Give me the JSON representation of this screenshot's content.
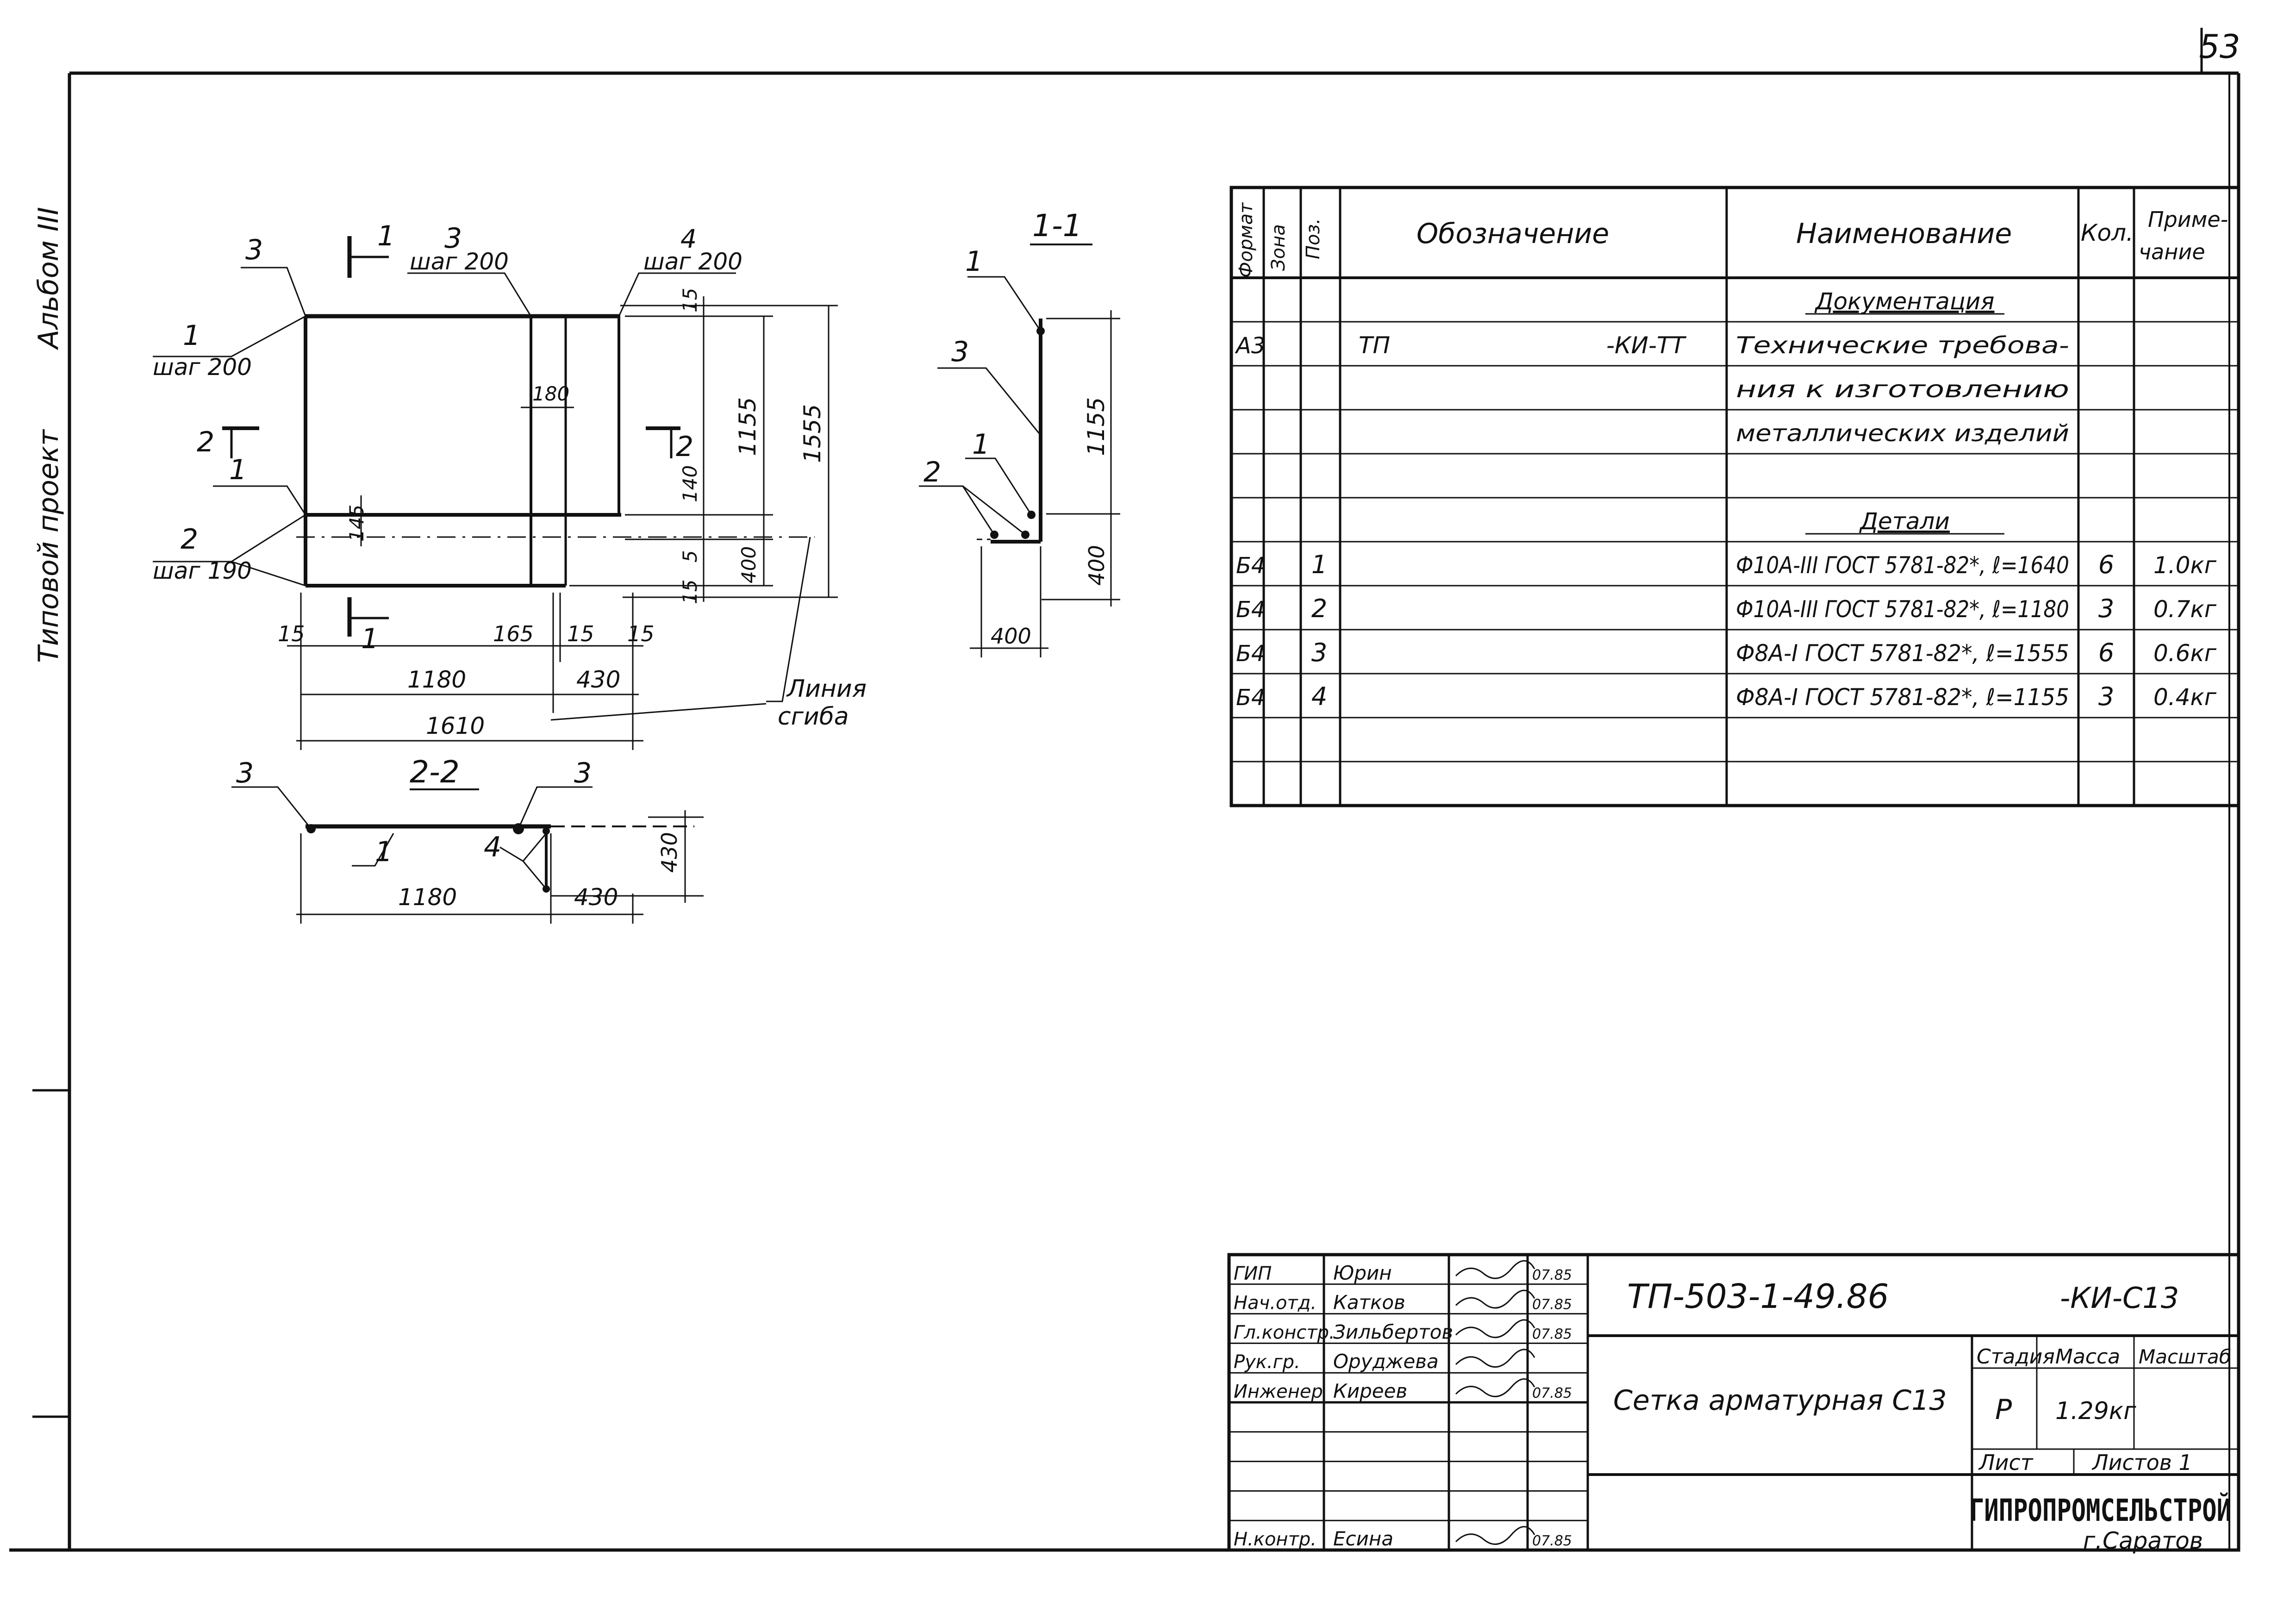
{
  "page_number": "53",
  "side_labels": [
    "Альбом III",
    "Типовой проект"
  ],
  "spec_table": {
    "headers": [
      "Формат",
      "Зона",
      "Поз.",
      "Обозначение",
      "Наименование",
      "Кол.",
      "Приме-",
      "чание"
    ],
    "rows": [
      {
        "format": "",
        "zone": "",
        "pos": "",
        "designation": "",
        "name": "Документация",
        "qty": "",
        "note": "",
        "heading": true
      },
      {
        "format": "А3",
        "zone": "",
        "pos": "",
        "designation": "ТП",
        "designation_suffix": "-КИ-ТТ",
        "name": "Технические требова-",
        "qty": "",
        "note": ""
      },
      {
        "format": "",
        "zone": "",
        "pos": "",
        "designation": "",
        "name": "ния к изготовлению",
        "qty": "",
        "note": ""
      },
      {
        "format": "",
        "zone": "",
        "pos": "",
        "designation": "",
        "name": "металлических изделий",
        "qty": "",
        "note": ""
      },
      {
        "format": "",
        "zone": "",
        "pos": "",
        "designation": "",
        "name": "",
        "qty": "",
        "note": ""
      },
      {
        "format": "",
        "zone": "",
        "pos": "",
        "designation": "",
        "name": "Детали",
        "qty": "",
        "note": "",
        "heading": true
      },
      {
        "format": "Б4",
        "zone": "",
        "pos": "1",
        "designation": "",
        "name": "Ф10А-III ГОСТ 5781-82*, ℓ=1640",
        "qty": "6",
        "note": "1.0кг"
      },
      {
        "format": "Б4",
        "zone": "",
        "pos": "2",
        "designation": "",
        "name": "Ф10А-III ГОСТ 5781-82*, ℓ=1180",
        "qty": "3",
        "note": "0.7кг"
      },
      {
        "format": "Б4",
        "zone": "",
        "pos": "3",
        "designation": "",
        "name": "Ф8А-I ГОСТ 5781-82*, ℓ=1555",
        "qty": "6",
        "note": "0.6кг"
      },
      {
        "format": "Б4",
        "zone": "",
        "pos": "4",
        "designation": "",
        "name": "Ф8А-I ГОСТ 5781-82*, ℓ=1155",
        "qty": "3",
        "note": "0.4кг"
      },
      {
        "format": "",
        "zone": "",
        "pos": "",
        "designation": "",
        "name": "",
        "qty": "",
        "note": ""
      },
      {
        "format": "",
        "zone": "",
        "pos": "",
        "designation": "",
        "name": "",
        "qty": "",
        "note": ""
      }
    ]
  },
  "title_block": {
    "code": "ТП-503-1-49.86",
    "code_suffix": "-КИ-С13",
    "title": "Сетка арматурная С13",
    "stage_label": "Стадия",
    "mass_label": "Масса",
    "scale_label": "Масштаб",
    "stage": "Р",
    "mass": "1.29кг",
    "sheet_label": "Лист",
    "sheets_label": "Листов 1",
    "org": "ГИПРОПРОМСЕЛЬСТРОЙ",
    "city": "г.Саратов",
    "signatures": [
      {
        "role": "ГИП",
        "name": "Юрин",
        "date": "07.85"
      },
      {
        "role": "Нач.отд.",
        "name": "Катков",
        "date": "07.85"
      },
      {
        "role": "Гл.констр.",
        "name": "Зильбертов",
        "date": "07.85"
      },
      {
        "role": "Рук.гр.",
        "name": "Оруджева",
        "date": ""
      },
      {
        "role": "Инженер",
        "name": "Киреев",
        "date": "07.85"
      },
      {
        "role": "",
        "name": "",
        "date": ""
      },
      {
        "role": "",
        "name": "",
        "date": ""
      },
      {
        "role": "",
        "name": "",
        "date": ""
      },
      {
        "role": "",
        "name": "",
        "date": ""
      },
      {
        "role": "Н.контр.",
        "name": "Есина",
        "date": "07.85"
      }
    ]
  },
  "drawing": {
    "plan": {
      "labels": {
        "pos1": "1",
        "step1": "шаг 200",
        "pos3_left": "3",
        "pos3_top": "3",
        "step3": "шаг 200",
        "pos4": "4",
        "step4": "шаг 200",
        "pos1_mid": "1",
        "pos2": "2",
        "step2": "шаг 190",
        "cut1_top": "1",
        "cut1_bottom": "1",
        "cut2_left": "2",
        "cut2_right": "2",
        "bend_line_1": "Линия",
        "bend_line_2": "сгиба"
      },
      "dims": {
        "d15_top": "15",
        "d180": "180",
        "d1155": "1155",
        "d1555": "1555",
        "d145": "145",
        "d140": "140",
        "d5": "5",
        "d400": "400",
        "d15_right": "15",
        "d15_left": "15",
        "d165": "165",
        "d15_mid": "15",
        "d15_r2": "15",
        "d1180": "1180",
        "d430": "430",
        "d1610": "1610"
      }
    },
    "section_1_1": {
      "title": "1-1",
      "labels": {
        "pos1_top": "1",
        "pos3": "3",
        "pos1_bottom": "1",
        "pos2": "2"
      },
      "dims": {
        "d1155": "1155",
        "d400_v": "400",
        "d400_h": "400"
      }
    },
    "section_2_2": {
      "title": "2-2",
      "labels": {
        "pos3_left": "3",
        "pos3_right": "3",
        "pos1": "1",
        "pos4": "4"
      },
      "dims": {
        "d1180": "1180",
        "d430": "430",
        "d430_v": "430"
      }
    }
  }
}
